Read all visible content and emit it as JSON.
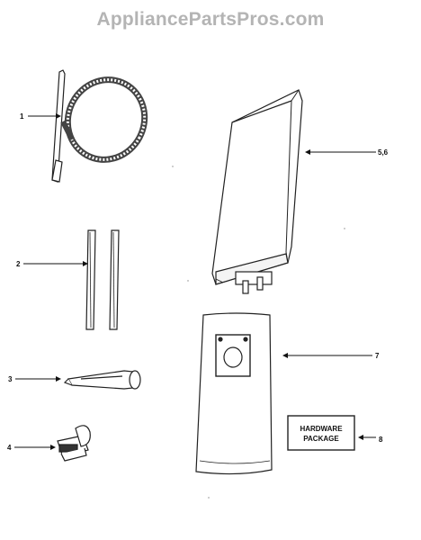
{
  "watermark": "AppliancePartsPros.com",
  "parts": [
    {
      "callout": "1",
      "name": "hose"
    },
    {
      "callout": "2",
      "name": "wands"
    },
    {
      "callout": "3",
      "name": "crevice-tool"
    },
    {
      "callout": "4",
      "name": "upholstery-nozzle"
    },
    {
      "callout": "5,6",
      "name": "bag-housing"
    },
    {
      "callout": "7",
      "name": "filter-bag"
    },
    {
      "callout": "8",
      "name": "hardware-package"
    }
  ],
  "hardware_package": {
    "line1": "HARDWARE",
    "line2": "PACKAGE"
  }
}
